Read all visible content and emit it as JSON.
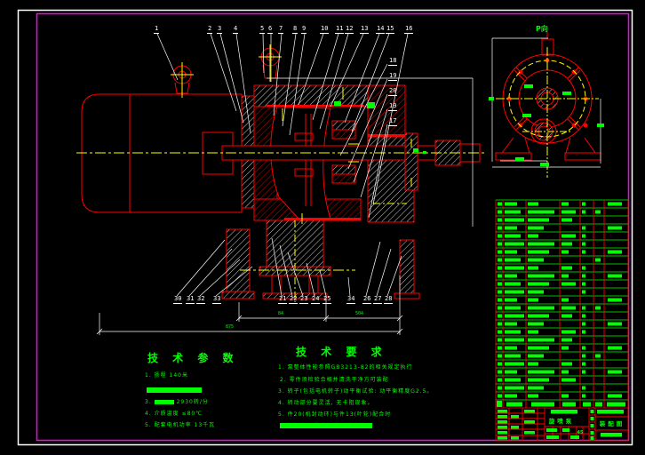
{
  "drawing": {
    "type": "CAD assembly drawing",
    "background": "#000000",
    "border_outer_color": "#ffffff",
    "border_inner_color": "#ff00ff",
    "line_color": "#ff0000",
    "annotation_color": "#00ff00",
    "centerline_color": "#ffff00",
    "leader_color": "#ffffff"
  },
  "p_view_label": "P向",
  "callouts": {
    "top": [
      "1",
      "2",
      "3",
      "4",
      "5",
      "6",
      "7",
      "8",
      "9",
      "10",
      "11",
      "12",
      "13",
      "14",
      "15",
      "16"
    ],
    "right": [
      "18",
      "19",
      "20",
      "19",
      "17"
    ],
    "bottom": [
      "30",
      "31",
      "32",
      "33",
      "21",
      "22",
      "23",
      "24",
      "25",
      "34",
      "26",
      "27",
      "28"
    ]
  },
  "dims": {
    "a": "84",
    "b": "504",
    "c": "875"
  },
  "tech_params": {
    "title": "技 术 参 数",
    "item1": "1. 扬程 140米",
    "item3_prefix": "3.",
    "item3_value": "2930转/分",
    "item4": "4. 介质温度 ≤80℃",
    "item5": "5. 配套电机功率 13千瓦"
  },
  "tech_req": {
    "title": "技 术 要 求",
    "line1": "1. 泵整体性能参照GB3213-82的相关规定执行",
    "line2": "2. 零件须检验合格并清洗干净方可装配",
    "line3": "3. 转子(包括电机转子)动平衡试验: 动平衡精度G2.5。",
    "line4": "4. 转动部分要灵活, 无卡阻现象。",
    "line5": "5. 件20(机封动环)与件13(叶轮)配合时"
  },
  "title_block": {
    "product": "旋喷泵",
    "sheet": "装配图",
    "material": "45"
  }
}
